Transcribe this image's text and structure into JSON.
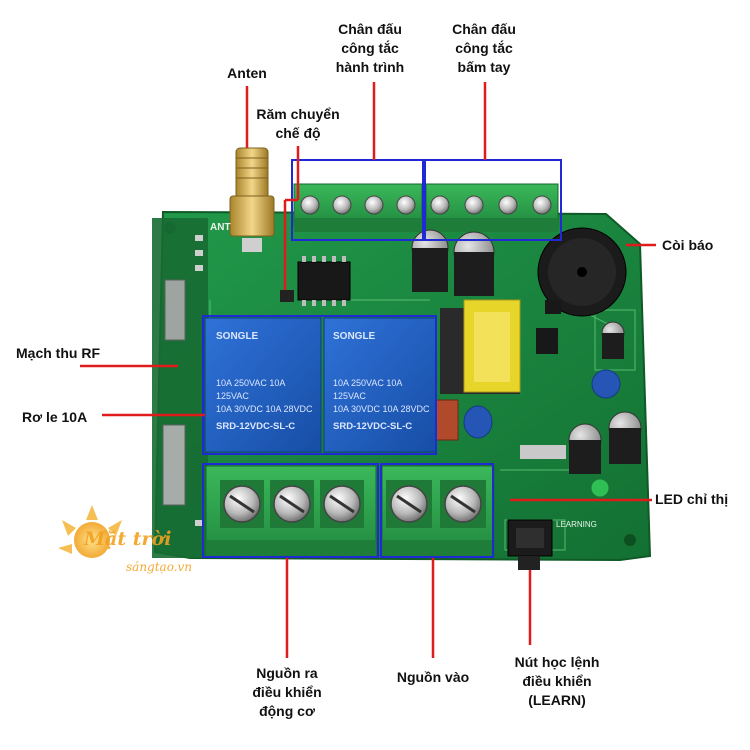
{
  "labels": {
    "antenna": "Anten",
    "mode_jumper": [
      "Răm chuyển",
      "chế độ"
    ],
    "limit_switch_terminal": [
      "Chân đấu",
      "công tắc",
      "hành trình"
    ],
    "push_button_terminal": [
      "Chân đấu",
      "công tắc",
      "bấm tay"
    ],
    "buzzer": "Còi báo",
    "rf_receiver": "Mạch thu RF",
    "relay": "Rơ le 10A",
    "led": "LED chỉ thị",
    "motor_output": [
      "Nguồn ra",
      "điều khiển",
      "động cơ"
    ],
    "power_input": "Nguồn vào",
    "learn_button": [
      "Nút học lệnh",
      "điều khiển",
      "(LEARN)"
    ]
  },
  "board": {
    "relay_brand": "SONGLE",
    "relay_rating_1": "10A 250VAC  10A 125VAC",
    "relay_rating_2": "10A 30VDC  10A 28VDC",
    "relay_model": "SRD-12VDC-SL-C",
    "antenna_silk": "ANT",
    "learn_silk": "LEARNING"
  },
  "watermark": {
    "line1": "Mặt trời",
    "line2": "sángtạo.vn"
  },
  "colors": {
    "pcb": "#1c8a3e",
    "pcb_dark": "#136e2f",
    "terminal": "#2fa84f",
    "relay": "#1f5fc7",
    "highlight_box": "#1f2ad6",
    "leader": "#e01b1b",
    "transformer": "#e8d52a",
    "logo": "#f2a11f"
  },
  "icons": [
    "antenna-connector-icon",
    "buzzer-icon",
    "capacitor-icon",
    "screw-terminal-icon",
    "sun-logo-icon"
  ]
}
